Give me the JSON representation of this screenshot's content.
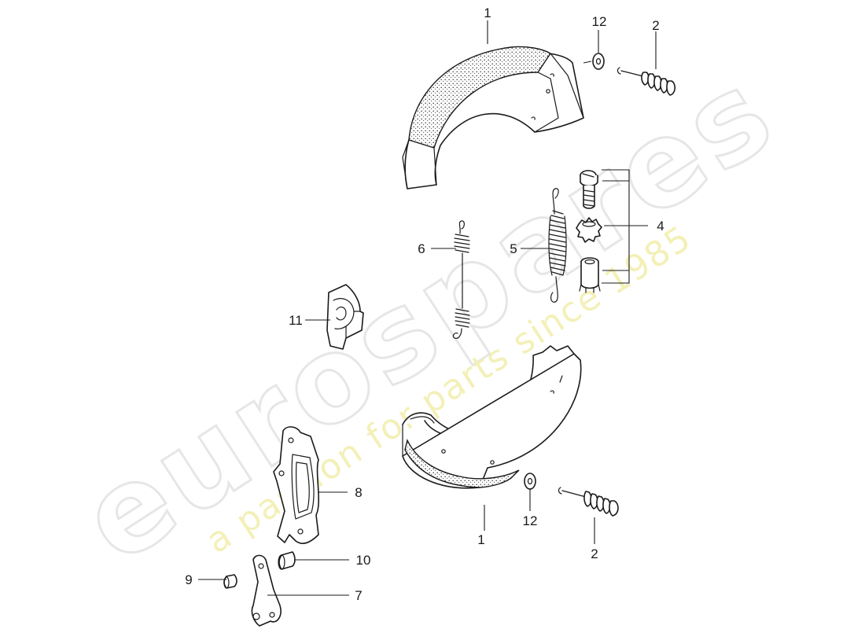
{
  "watermark": {
    "brand": "eurospares",
    "tagline": "a passion for parts since 1985"
  },
  "callouts": {
    "c1_top": "1",
    "c12_top": "12",
    "c2_top": "2",
    "c4": "4",
    "c5": "5",
    "c6": "6",
    "c11": "11",
    "c8": "8",
    "c10": "10",
    "c9": "9",
    "c7": "7",
    "c12_bottom": "12",
    "c1_bottom": "1",
    "c2_bottom": "2"
  }
}
